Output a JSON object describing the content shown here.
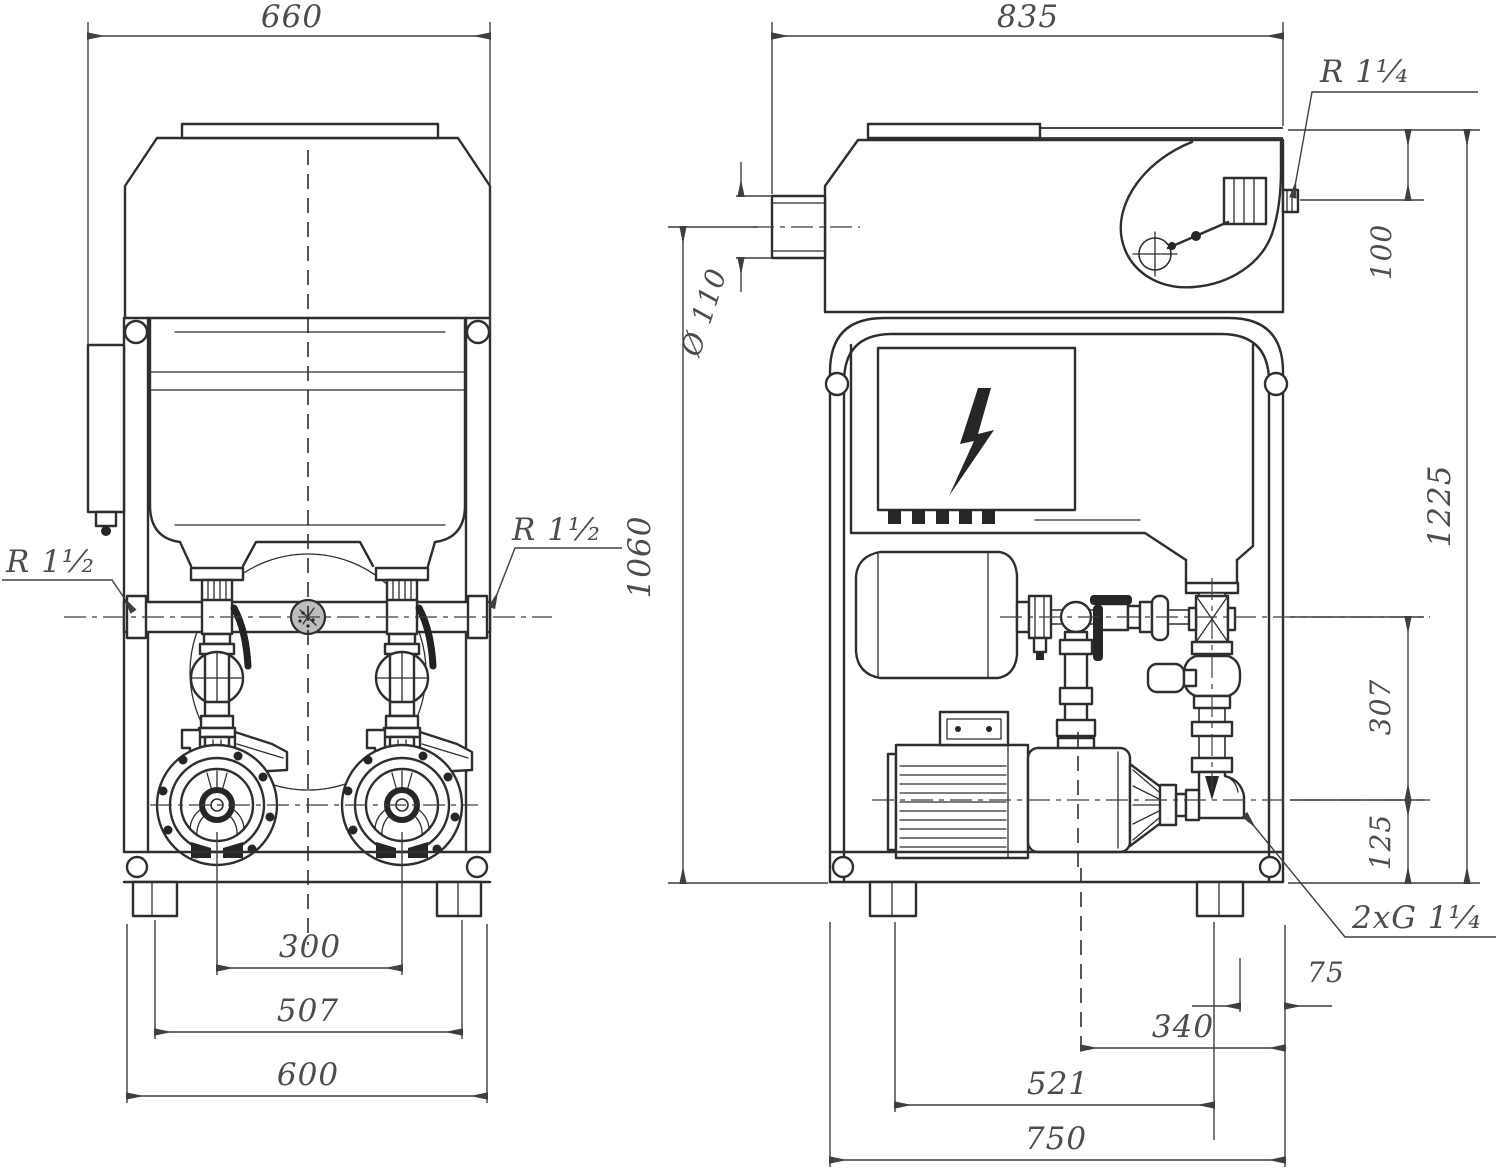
{
  "front_view": {
    "dims": {
      "overall_width": "660",
      "pump_spacing": "300",
      "foot_spacing": "507",
      "base_width": "600"
    },
    "labels": {
      "manifold_connection_left": "R 1¹⁄₂",
      "manifold_connection_right": "R 1¹⁄₂"
    }
  },
  "side_view": {
    "dims": {
      "overall_depth": "835",
      "inlet_diameter": "Ø 110",
      "inlet_axis_height": "1060",
      "overall_height": "1225",
      "top_to_float_valve": "100",
      "manifold_axis_to_pump_axis": "307",
      "pump_axis_to_base": "125",
      "pipe_axis_to_edge": "75",
      "center_to_edge": "340",
      "foot_to_pipe_axis": "521",
      "base_depth": "750"
    },
    "labels": {
      "float_valve_connection": "R 1¹⁄₄",
      "pump_union_connections": "2xG 1¹⁄₄"
    }
  }
}
